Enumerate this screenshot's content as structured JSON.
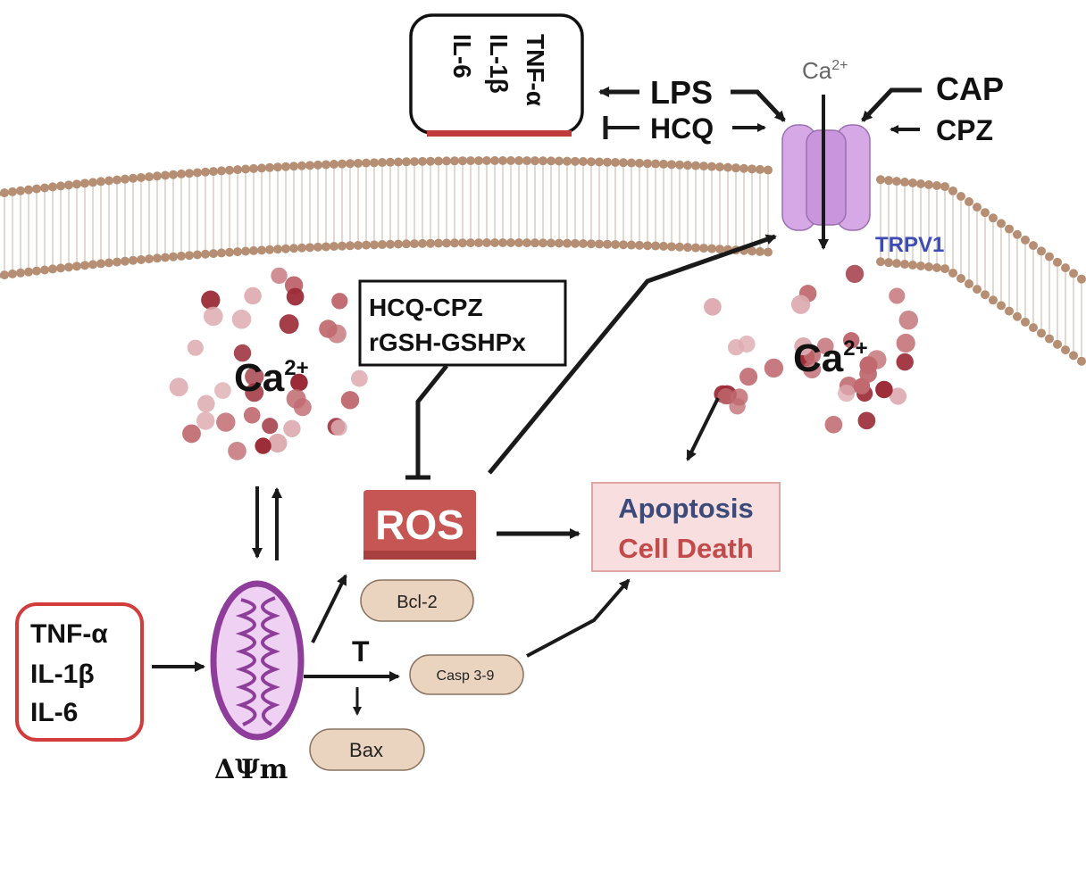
{
  "colors": {
    "membrane_head": "#b58e73",
    "membrane_tail": "#d9cdc0",
    "channel": "#d6a8e6",
    "channel_stroke": "#9a6fb0",
    "trpv1_label": "#3d4bb5",
    "ros_fill": "#c55654",
    "apoptosis_fill": "#f8dede",
    "apoptosis_stroke": "#e0a6a6",
    "apoptosis_text": "#3a4a7a",
    "celldeath_text": "#c24a4a",
    "cytokine_box_stroke": "#d23c3c",
    "pill_fill": "#ead4c0",
    "pill_stroke": "#8a7360",
    "mito_stroke": "#8e3d9a",
    "mito_fill": "#efd1f4",
    "ion_dark": "#9b2b37",
    "ion_mid": "#c06a70",
    "ion_light": "#ddaab0",
    "arrow": "#1a1a1a"
  },
  "top_cytokines": {
    "line1": "TNF-α",
    "line2": "IL-1β",
    "line3": "IL-6"
  },
  "stimuli": {
    "lps": "LPS",
    "hcq": "HCQ",
    "cap": "CAP",
    "cpz": "CPZ"
  },
  "channel": {
    "ion_label": "Ca",
    "ion_sup": "2+",
    "name": "TRPV1"
  },
  "calcium_left": {
    "label": "Ca",
    "sup": "2+"
  },
  "calcium_right": {
    "label": "Ca",
    "sup": "2+"
  },
  "inhibitor_box": {
    "line1": "HCQ-CPZ",
    "line2": "rGSH-GSHPx"
  },
  "ros": {
    "label": "ROS"
  },
  "outcome": {
    "line1": "Apoptosis",
    "line2": "Cell Death"
  },
  "left_cytokines": {
    "line1": "TNF-α",
    "line2": "IL-1β",
    "line3": "IL-6"
  },
  "mito": {
    "label": "ΔΨm"
  },
  "proteins": {
    "bcl2": "Bcl-2",
    "casp": "Casp 3-9",
    "bax": "Bax"
  },
  "t_marker": "T"
}
